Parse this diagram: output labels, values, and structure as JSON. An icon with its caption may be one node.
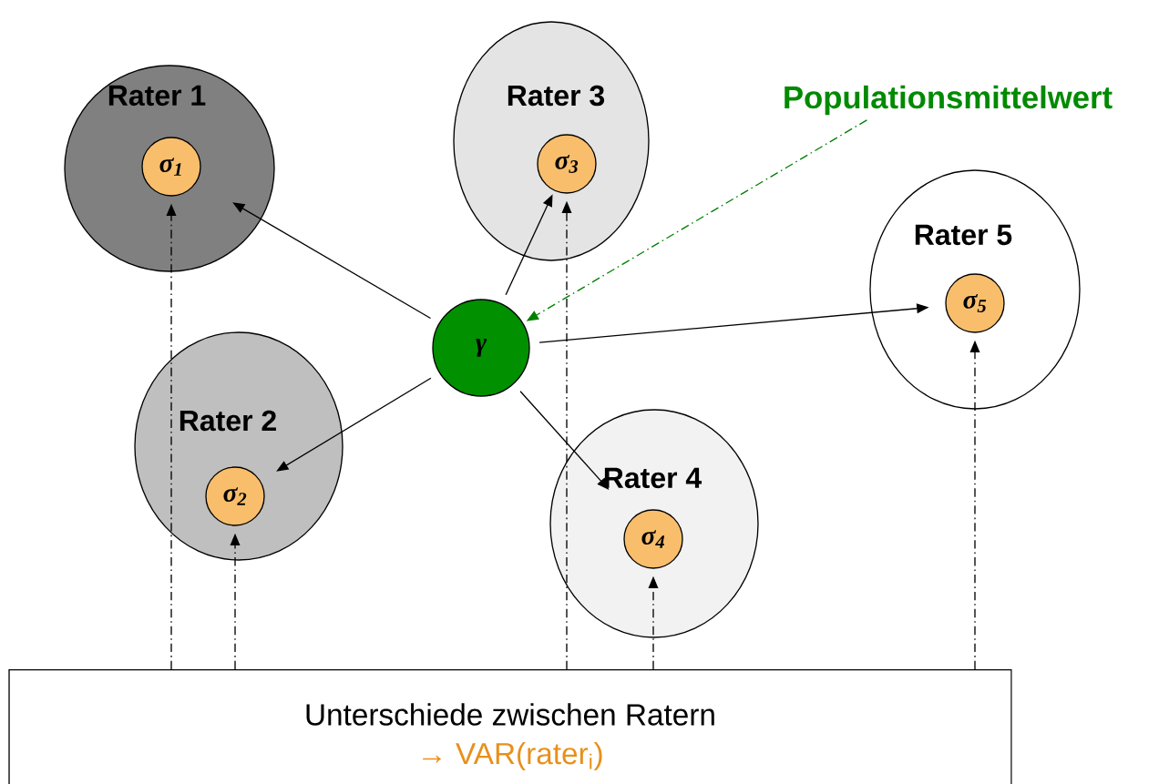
{
  "diagram": {
    "nodes": [
      {
        "text": [
          "Rater 1"
        ]
      },
      {
        "text": [
          "σ$_{1}$"
        ],
        "in": 0
      },
      {
        "text": [
          "Rater 3"
        ]
      },
      {
        "text": [
          "σ$_{3}$"
        ],
        "in": 2
      },
      {
        "text": [
          "Rater 5"
        ]
      },
      {
        "text": [
          "σ$_{5}$"
        ],
        "in": 4
      },
      {
        "text": [
          "γ"
        ]
      },
      {
        "text": [
          "Rater 2"
        ]
      },
      {
        "text": [
          "σ$_{2}$"
        ],
        "in": 7
      },
      {
        "text": [
          "Rater 4"
        ]
      },
      {
        "text": [
          "σ$_{4}$"
        ],
        "in": 9
      },
      {
        "text": [
          "Populationsmittelwert"
        ]
      },
      {
        "text": [
          "Unterschiede zwischen Ratern",
          "→ VAR(rater$_{i}$)"
        ]
      }
    ],
    "edges": [
      {
        "from": 6,
        "to": 1,
        "arrow": "to"
      },
      {
        "from": 6,
        "to": 3,
        "arrow": "to"
      },
      {
        "from": 6,
        "to": 5,
        "arrow": "to"
      },
      {
        "from": 6,
        "to": 8,
        "arrow": "to"
      },
      {
        "from": 6,
        "to": 10,
        "arrow": "to"
      },
      {
        "from": 11,
        "to": 6,
        "arrow": "to",
        "style": "dashed",
        "color": "#008000"
      },
      {
        "from": 12,
        "to": 1,
        "arrow": "to",
        "style": "dashed"
      },
      {
        "from": 12,
        "to": 8,
        "arrow": "to",
        "style": "dashed"
      },
      {
        "from": 12,
        "to": 3,
        "arrow": "to",
        "style": "dashed"
      },
      {
        "from": 12,
        "to": 10,
        "arrow": "to",
        "style": "dashed"
      },
      {
        "from": 12,
        "to": 5,
        "arrow": "to",
        "style": "dashed"
      }
    ]
  }
}
